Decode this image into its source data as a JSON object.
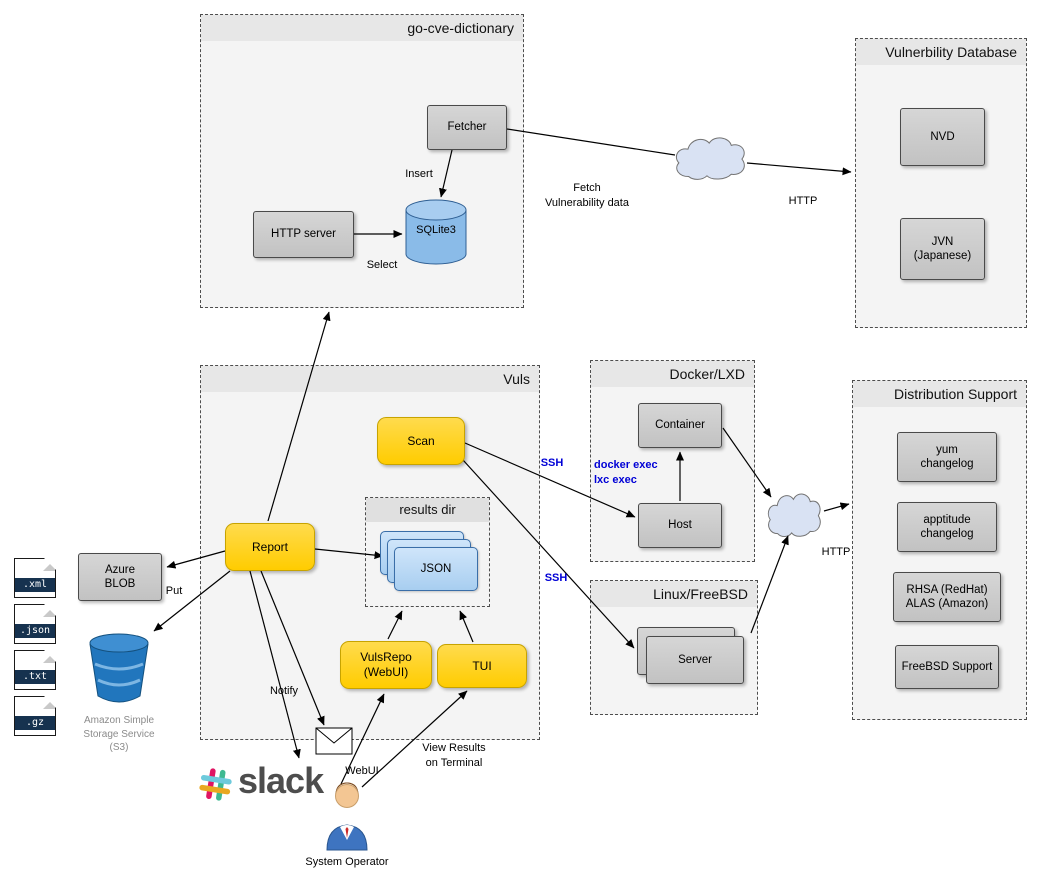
{
  "palette": {
    "node_yellow": "#FFCC00",
    "node_gray": "#C9C9C9",
    "node_blue": "#A8CEF0",
    "container_bg": "#F4F4F4",
    "cloud_fill": "#D9E2F3",
    "link_label_blue": "#0000D6",
    "s3_bucket_blue": "#2176BD",
    "slack_text_gray": "#4D4D4D",
    "file_tag_navy": "#16324F"
  },
  "containers": {
    "go_cve": "go-cve-dictionary",
    "vuln_db": "Vulnerbility Database",
    "vuls": "Vuls",
    "docker_lxd": "Docker/LXD",
    "linux_freebsd": "Linux/FreeBSD",
    "dist_support": "Distribution Support",
    "results_dir": "results dir"
  },
  "nodes": {
    "fetcher": "Fetcher",
    "http_server": "HTTP server",
    "sqlite3": "SQLite3",
    "nvd": "NVD",
    "jvn": "JVN\n(Japanese)",
    "scan": "Scan",
    "report": "Report",
    "json": "JSON",
    "vulsrepo": "VulsRepo\n(WebUI)",
    "tui": "TUI",
    "container": "Container",
    "host": "Host",
    "server": "Server",
    "yum": "yum\nchangelog",
    "apt": "apptitude\nchangelog",
    "rhsa": "RHSA (RedHat)\nALAS (Amazon)",
    "freebsd": "FreeBSD Support",
    "azure": "Azure\nBLOB"
  },
  "labels": {
    "insert": "Insert",
    "select": "Select",
    "fetch": "Fetch\nVulnerability data",
    "http_top": "HTTP",
    "http_right": "HTTP",
    "ssh_docker": "SSH",
    "ssh_linux": "SSH",
    "docker_exec": "docker exec\nlxc exec",
    "put": "Put",
    "notify": "Notify",
    "webui": "WebUI",
    "view_results": "View Results\non Terminal",
    "system_operator": "System Operator",
    "slack_wordmark": "slack",
    "s3_caption": "Amazon Simple\nStorage Service\n(S3)"
  },
  "files": [
    ".xml",
    ".json",
    ".txt",
    ".gz"
  ],
  "icons": {
    "cloud": "internet-cloud",
    "slack_hash": "slack-hash",
    "envelope": "email-envelope",
    "person": "system-operator-person",
    "bucket": "s3-bucket",
    "cylinder": "database-cylinder"
  }
}
